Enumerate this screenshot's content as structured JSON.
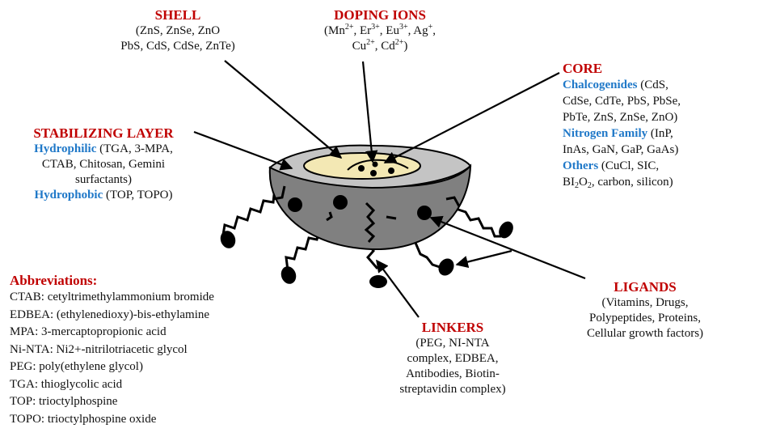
{
  "shell": {
    "title": "SHELL",
    "line1": "(ZnS, ZnSe, ZnO",
    "line2": "PbS, CdS, CdSe, ZnTe)"
  },
  "doping": {
    "title": "DOPING IONS",
    "ions": [
      "Mn",
      "Er",
      "Eu",
      "Ag",
      "Cu",
      "Cd"
    ],
    "charges": [
      "2+",
      "3+",
      "3+",
      "+",
      "2+",
      "2+"
    ]
  },
  "core": {
    "title": "CORE",
    "chalcogenides_label": "Chalcogenides",
    "chalcogenides_l1": " (CdS,",
    "chalcogenides_l2": "CdSe, CdTe, PbS, PbSe,",
    "chalcogenides_l3": "PbTe, ZnS, ZnSe, ZnO)",
    "nitrogen_label": "Nitrogen Family",
    "nitrogen_l1": " (InP,",
    "nitrogen_l2": "InAs, GaN, GaP, GaAs)",
    "others_label": "Others",
    "others_l1": " (CuCl, SIC,",
    "others_bi": "BI",
    "others_sub1": "2",
    "others_o": "O",
    "others_sub2": "2",
    "others_rest": ", carbon, silicon)"
  },
  "stabilizing": {
    "title": "STABILIZING LAYER",
    "hydrophilic_label": "Hydrophilic",
    "hydrophilic_l1": " (TGA, 3-MPA,",
    "hydrophilic_l2": "CTAB, Chitosan, Gemini",
    "hydrophilic_l3": "surfactants)",
    "hydrophobic_label": "Hydrophobic",
    "hydrophobic_l1": " (TOP, TOPO)"
  },
  "abbreviations": {
    "title": "Abbreviations:",
    "items": [
      "CTAB: cetyltrimethylammonium bromide",
      "EDBEA: (ethylenedioxy)-bis-ethylamine",
      "MPA: 3-mercaptopropionic acid",
      "Ni-NTA: Ni2+-nitrilotriacetic glycol",
      "PEG: poly(ethylene glycol)",
      "TGA: thioglycolic acid",
      "TOP: trioctylphospine",
      "TOPO: trioctylphospine oxide"
    ]
  },
  "linkers": {
    "title": "LINKERS",
    "lines": [
      "(PEG, NI-NTA",
      "complex, EDBEA,",
      "Antibodies, Biotin-",
      "streptavidin complex)"
    ]
  },
  "ligands": {
    "title": "LIGANDS",
    "lines": [
      "(Vitamins, Drugs,",
      "Polypeptides, Proteins,",
      "Cellular growth factors)"
    ]
  },
  "colors": {
    "title_red": "#c00000",
    "subtitle_blue": "#1f78c8",
    "shell_grey": "#808080",
    "rim_grey": "#c4c4c4",
    "core_cream": "#f3e8b4"
  }
}
